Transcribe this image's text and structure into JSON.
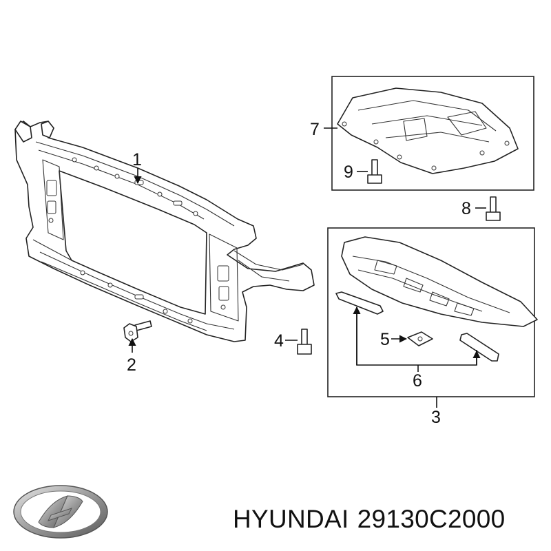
{
  "callouts": {
    "c1": "1",
    "c2": "2",
    "c3": "3",
    "c4": "4",
    "c5": "5",
    "c6": "6",
    "c7": "7",
    "c8": "8",
    "c9": "9"
  },
  "brand": {
    "name": "HYUNDAI",
    "part_number": "29130C2000",
    "logo_icon": "hyundai-logo-icon"
  }
}
